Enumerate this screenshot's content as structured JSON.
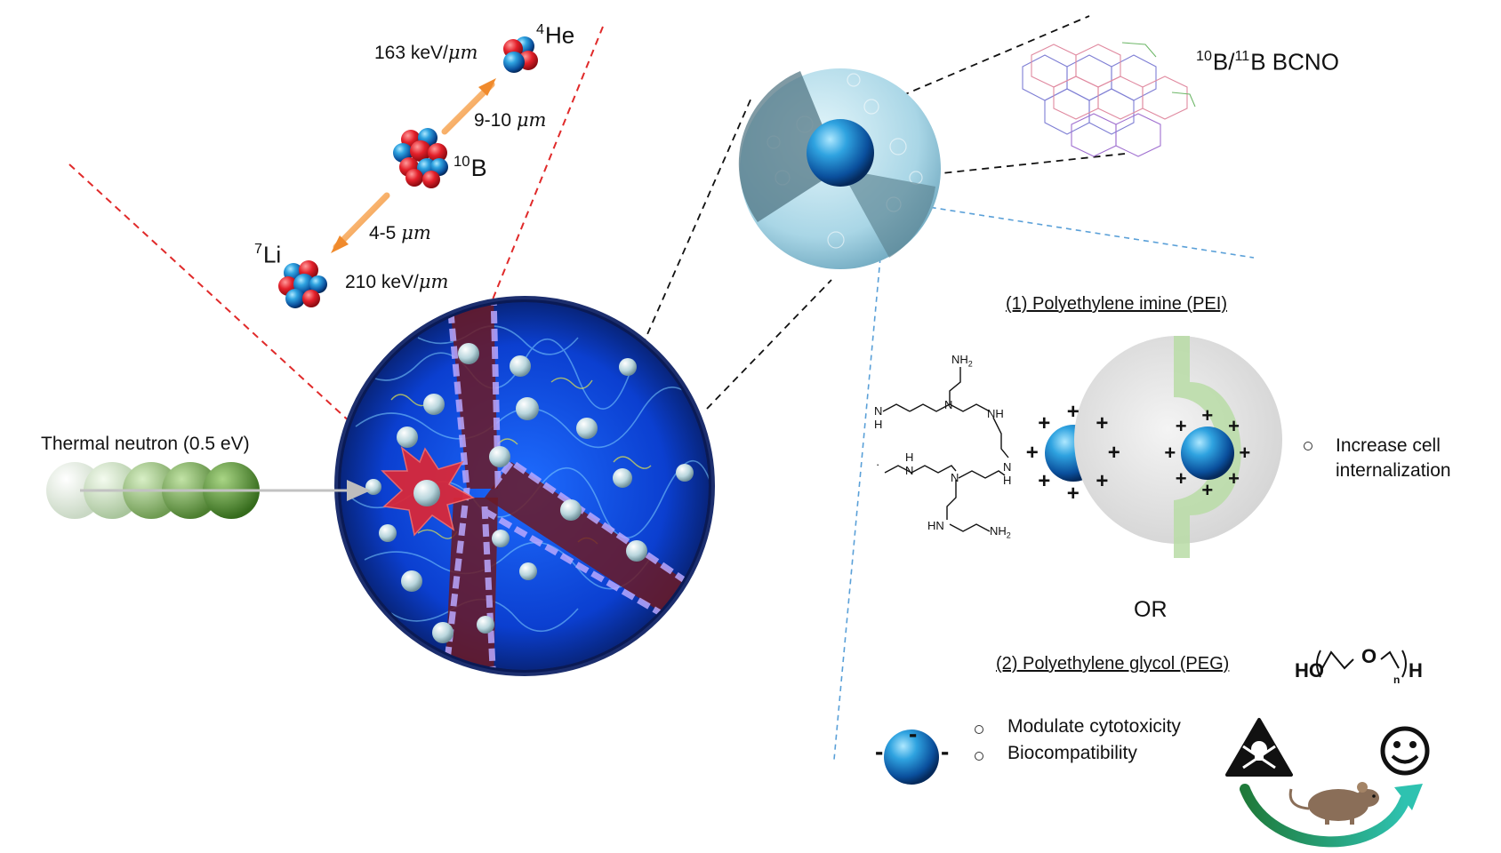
{
  "reaction": {
    "he_stopping_power": "163 keV/",
    "he_stopping_unit": "μm",
    "he_mass": "4",
    "he_symbol": "He",
    "he_range": "9-10 ",
    "range_unit": "μm",
    "b_mass": "10",
    "b_symbol": "B",
    "li_range": "4-5 ",
    "li_mass": "7",
    "li_symbol": "Li",
    "li_stopping_power": "210 keV/",
    "li_stopping_unit": "μm"
  },
  "neutron": {
    "label": "Thermal neutron (0.5 eV)"
  },
  "bcno": {
    "b10_mass": "10",
    "b10_symbol": "B",
    "separator": "/",
    "b11_mass": "11",
    "b11_text": "B BCNO"
  },
  "coatings": {
    "pei": {
      "heading": "(1) Polyethylene imine (PEI)",
      "charge_symbol": "+",
      "effect_line1": "Increase cell",
      "effect_line2": "internalization"
    },
    "or_label": "OR",
    "peg": {
      "heading": "(2) Polyethylene glycol (PEG)",
      "formula_ho": "HO",
      "formula_o": "O",
      "formula_n": "n",
      "formula_h": "H",
      "charge_symbol": "-",
      "effect1": "Modulate cytotoxicity",
      "effect2": "Biocompatibility"
    }
  },
  "colors": {
    "red_dashed": "#e02a2a",
    "blue_dashed": "#5aa0d8",
    "cell_blue": "#0b3fd0",
    "neutron_green": "#356b1c",
    "pei_coating_green": "#b9dca6"
  }
}
